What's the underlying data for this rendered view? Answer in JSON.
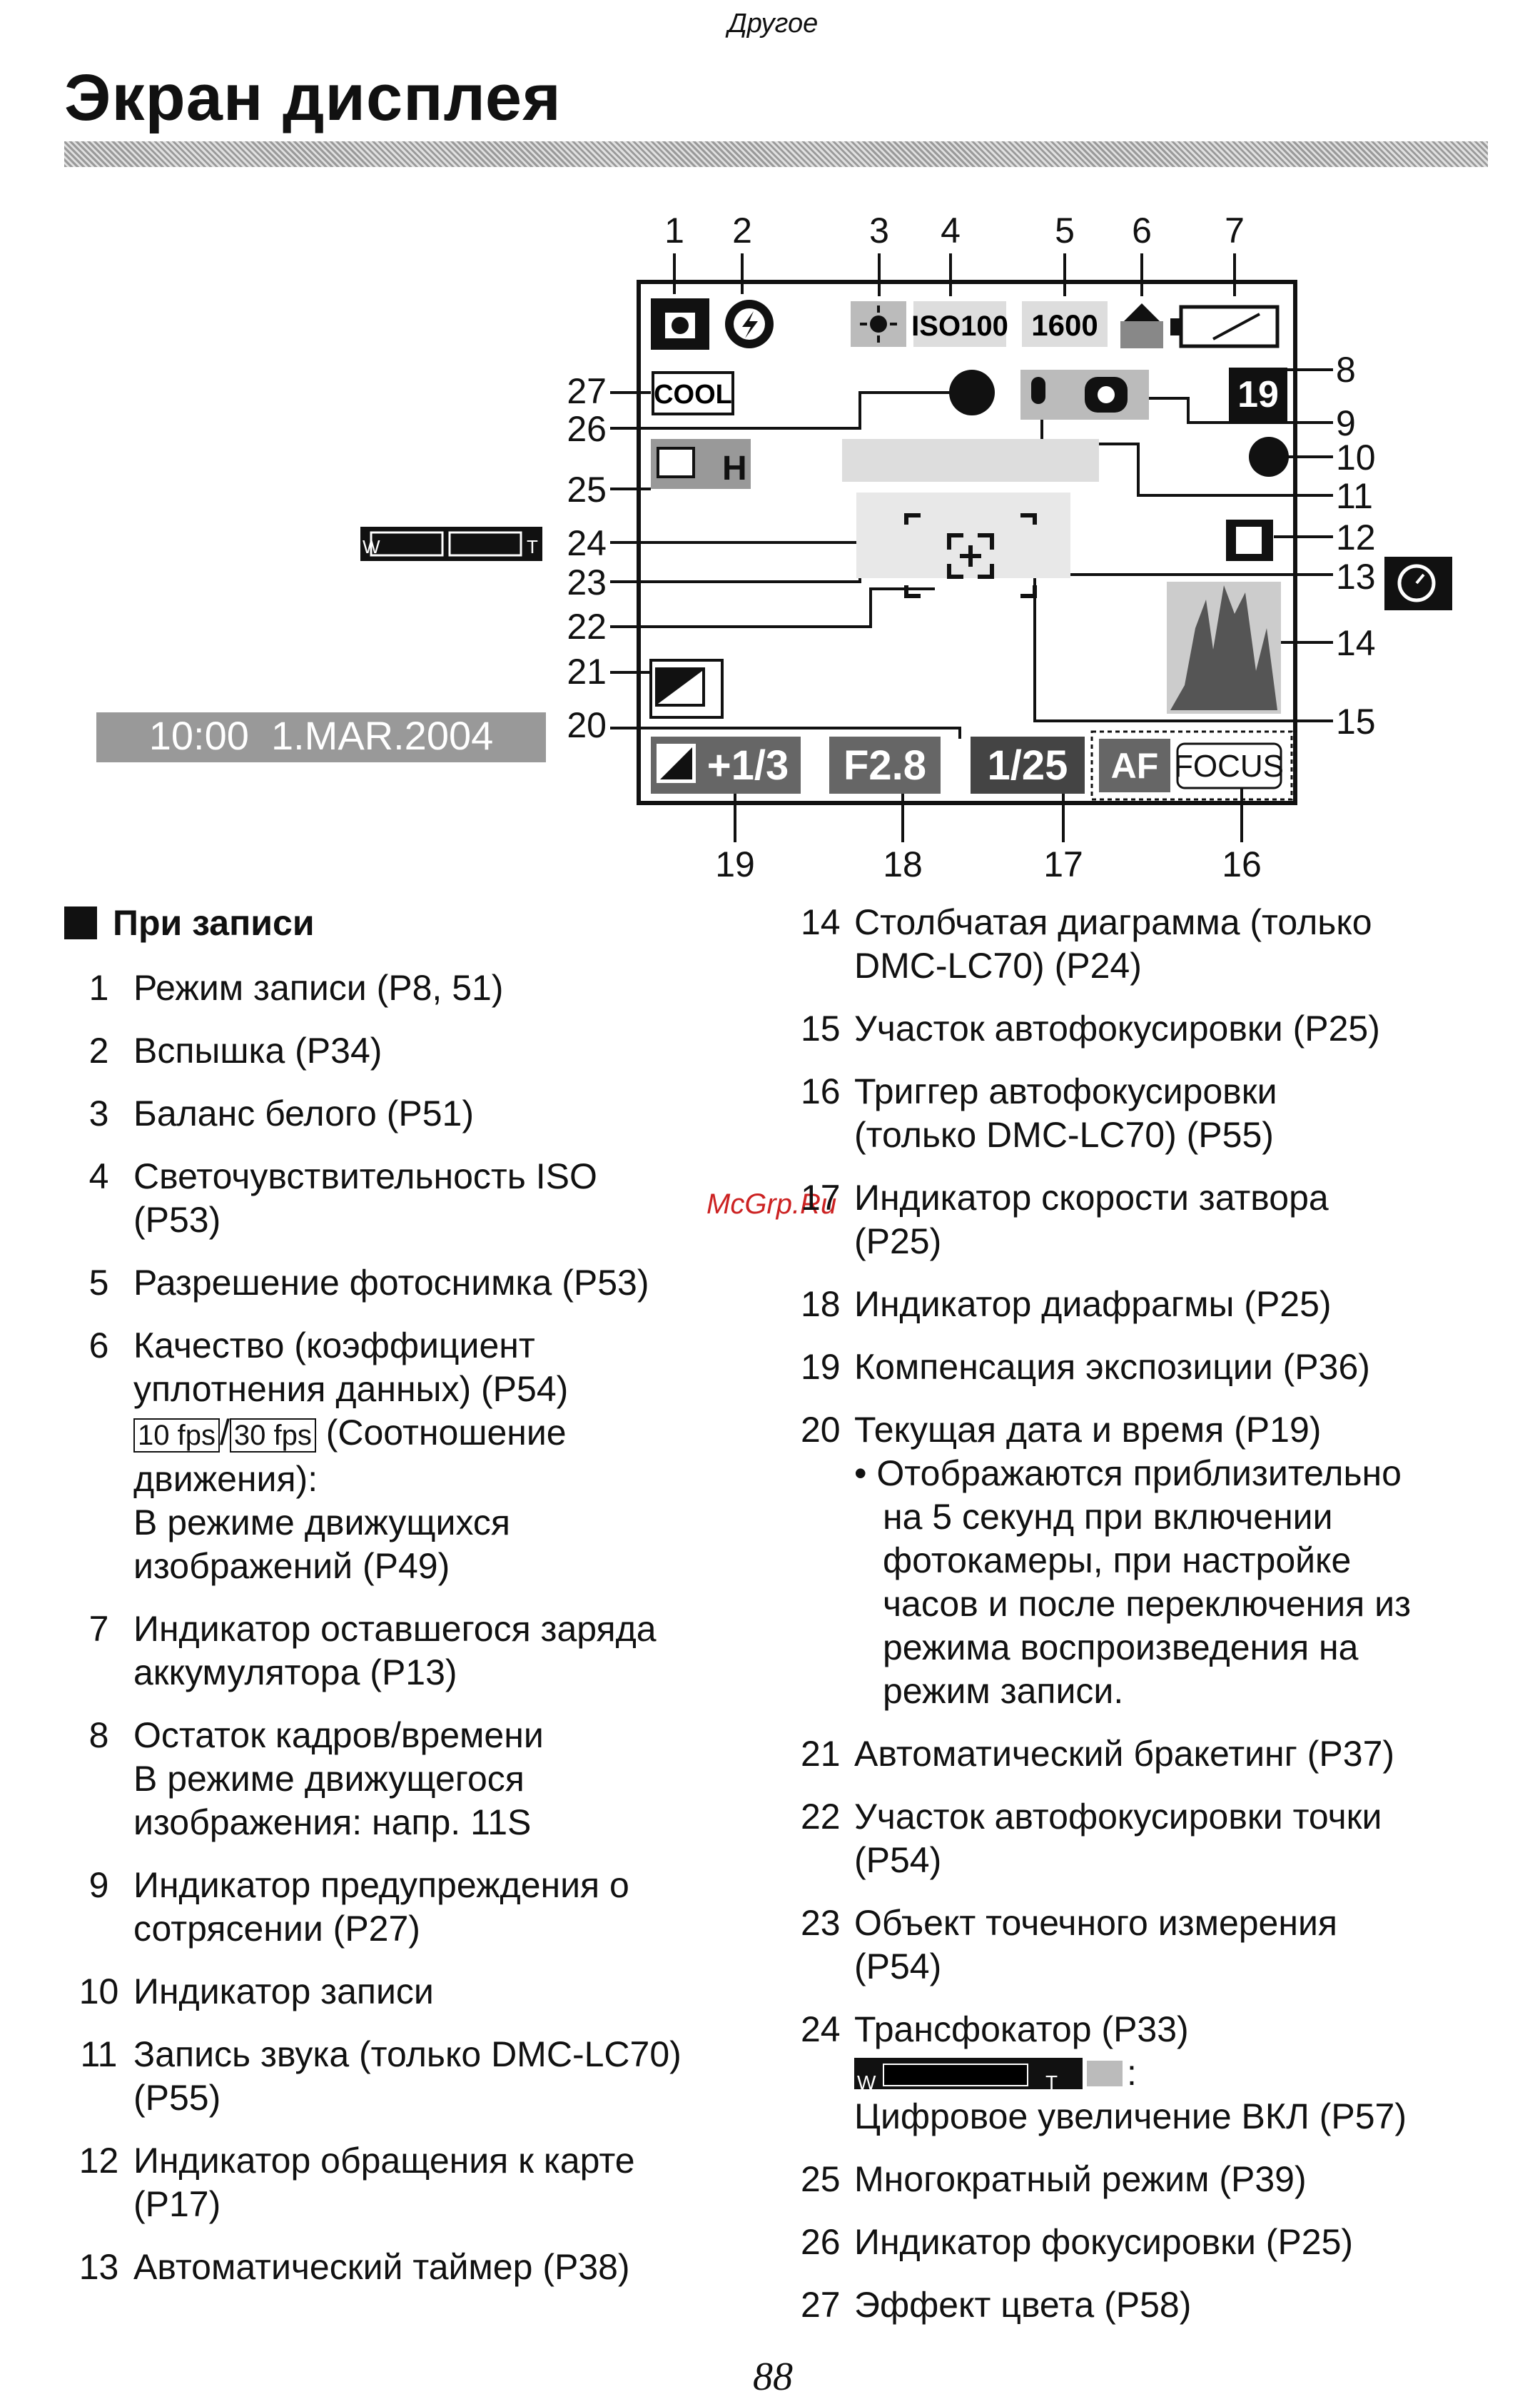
{
  "header": {
    "section": "Другое",
    "title": "Экран дисплея"
  },
  "diagram": {
    "callouts_top": [
      "1",
      "2",
      "3",
      "4",
      "5",
      "6",
      "7"
    ],
    "callouts_right": [
      "8",
      "9",
      "10",
      "11",
      "12",
      "13",
      "14",
      "15"
    ],
    "callouts_bottom": [
      "19",
      "18",
      "17",
      "16"
    ],
    "callouts_left": [
      "27",
      "26",
      "25",
      "24",
      "23",
      "22",
      "21",
      "20"
    ],
    "screen": {
      "iso": "ISO100",
      "resolution": "1600",
      "cool": "COOL",
      "frames": "19",
      "multi_mode": "H",
      "exposure": "+1/3",
      "aperture": "F2.8",
      "shutter": "1/25",
      "af": "AF",
      "focus": "FOCUS"
    },
    "datetime": "10:00  1.MAR.2004",
    "zoom_w": "W",
    "zoom_t": "T"
  },
  "recording": {
    "heading": "При записи",
    "left_items": [
      {
        "n": "1",
        "lines": [
          "Режим записи (P8, 51)"
        ]
      },
      {
        "n": "2",
        "lines": [
          "Вспышка (P34)"
        ]
      },
      {
        "n": "3",
        "lines": [
          "Баланс белого (P51)"
        ]
      },
      {
        "n": "4",
        "lines": [
          "Светочувствительность ISO",
          "(P53)"
        ]
      },
      {
        "n": "5",
        "lines": [
          "Разрешение фотоснимка (P53)"
        ]
      },
      {
        "n": "7",
        "lines": [
          "Индикатор оставшегося заряда",
          "аккумулятора (P13)"
        ]
      },
      {
        "n": "8",
        "lines": [
          "Остаток кадров/времени",
          "В режиме движущегося",
          "изображения:  напр. 11S"
        ]
      },
      {
        "n": "9",
        "lines": [
          "Индикатор предупреждения о",
          "сотрясении (P27)"
        ]
      },
      {
        "n": "10",
        "lines": [
          "Индикатор записи"
        ]
      },
      {
        "n": "11",
        "lines": [
          "Запись звука (только DMC-LC70)",
          "(P55)"
        ]
      },
      {
        "n": "12",
        "lines": [
          "Индикатор обращения к карте",
          "(P17)"
        ]
      },
      {
        "n": "13",
        "lines": [
          "Автоматический таймер (P38)"
        ]
      }
    ],
    "item6": {
      "n": "6",
      "line1": "Качество (коэффициент",
      "line2": "уплотнения данных) (P54)",
      "fps1": "10 fps",
      "slash": "/",
      "fps2": "30 fps",
      "line3_rest": " (Соотношение",
      "line4": "движения):",
      "line5": "В режиме движущихся",
      "line6": "изображений (P49)"
    },
    "right_items_a": [
      {
        "n": "14",
        "lines": [
          "Столбчатая диаграмма (только",
          "DMC-LC70) (P24)"
        ]
      },
      {
        "n": "15",
        "lines": [
          "Участок автофокусировки (P25)"
        ]
      },
      {
        "n": "16",
        "lines": [
          "Триггер автофокусировки",
          "(только DMC-LC70) (P55)"
        ]
      },
      {
        "n": "17",
        "lines": [
          "Индикатор скорости затвора",
          "(P25)"
        ]
      },
      {
        "n": "18",
        "lines": [
          "Индикатор диафрагмы (P25)"
        ]
      },
      {
        "n": "19",
        "lines": [
          "Компенсация экспозиции (P36)"
        ]
      }
    ],
    "item20": {
      "n": "20",
      "line1": "Текущая дата и время (P19)",
      "bullet": [
        "• Отображаются приблизительно",
        "на 5 секунд при включении",
        "фотокамеры, при настройке",
        "часов и после переключения из",
        "режима воспроизведения на",
        "режим записи."
      ]
    },
    "right_items_b": [
      {
        "n": "21",
        "lines": [
          "Автоматический бракетинг (P37)"
        ]
      },
      {
        "n": "22",
        "lines": [
          "Участок автофокусировки точки",
          "(P54)"
        ]
      },
      {
        "n": "23",
        "lines": [
          "Объект точечного измерения",
          "(P54)"
        ]
      }
    ],
    "item24": {
      "n": "24",
      "line1": "Трансфокатор (P33)",
      "zw": "W",
      "zt": "T",
      "colon": ":",
      "line3": "Цифровое увеличение ВКЛ (P57)"
    },
    "right_items_c": [
      {
        "n": "25",
        "lines": [
          "Многократный режим (P39)"
        ]
      },
      {
        "n": "26",
        "lines": [
          "Индикатор фокусировки (P25)"
        ]
      },
      {
        "n": "27",
        "lines": [
          "Эффект цвета (P58)"
        ]
      }
    ]
  },
  "watermark": "McGrp.Ru",
  "page_number": "88"
}
